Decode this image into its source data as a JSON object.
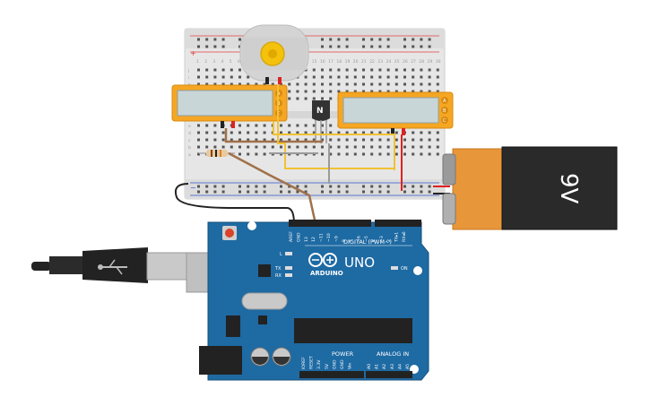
{
  "battery": {
    "label": "9V"
  },
  "transistor": {
    "label": "N"
  },
  "breadboard": {
    "plus": "+",
    "minus": "−",
    "columns": [
      "1",
      "2",
      "3",
      "4",
      "5",
      "6",
      "7",
      "8",
      "9",
      "10",
      "11",
      "12",
      "13",
      "14",
      "15",
      "16",
      "17",
      "18",
      "19",
      "20",
      "21",
      "22",
      "23",
      "24",
      "25",
      "26",
      "27",
      "28",
      "29",
      "30"
    ],
    "rows": [
      "a",
      "b",
      "c",
      "d",
      "e",
      "f",
      "g",
      "h",
      "i",
      "j"
    ]
  },
  "arduino": {
    "brand": "ARDUINO",
    "model": "UNO",
    "digital_label": "DIGITAL (PWM~)",
    "power_label": "POWER",
    "analog_label": "ANALOG IN",
    "on_label": "ON",
    "led_l": "L",
    "led_tx": "TX",
    "led_rx": "RX",
    "digital_pins": [
      "AREF",
      "GND",
      "13",
      "12",
      "~11",
      "~10",
      "~9",
      "8",
      "7",
      "~6",
      "~5",
      "4",
      "~3",
      "2",
      "TX▸1",
      "RX◂0"
    ],
    "power_pins": [
      "IOREF",
      "RESET",
      "3.3V",
      "5V",
      "GND",
      "GND",
      "Vin"
    ],
    "analog_pins": [
      "A0",
      "A1",
      "A2",
      "A3",
      "A4",
      "A5"
    ]
  },
  "lcd_left": {
    "pins": [
      "A",
      "B",
      "C"
    ]
  },
  "lcd_right": {
    "pins": [
      "A",
      "B",
      "C"
    ]
  },
  "colors": {
    "board_blue": "#1e6aa3",
    "wire_yellow": "#f1c232",
    "wire_brown": "#a0714a",
    "wire_red": "#e02020",
    "wire_black": "#222222",
    "lcd_orange": "#f5a623",
    "battery_orange": "#e8963a"
  }
}
